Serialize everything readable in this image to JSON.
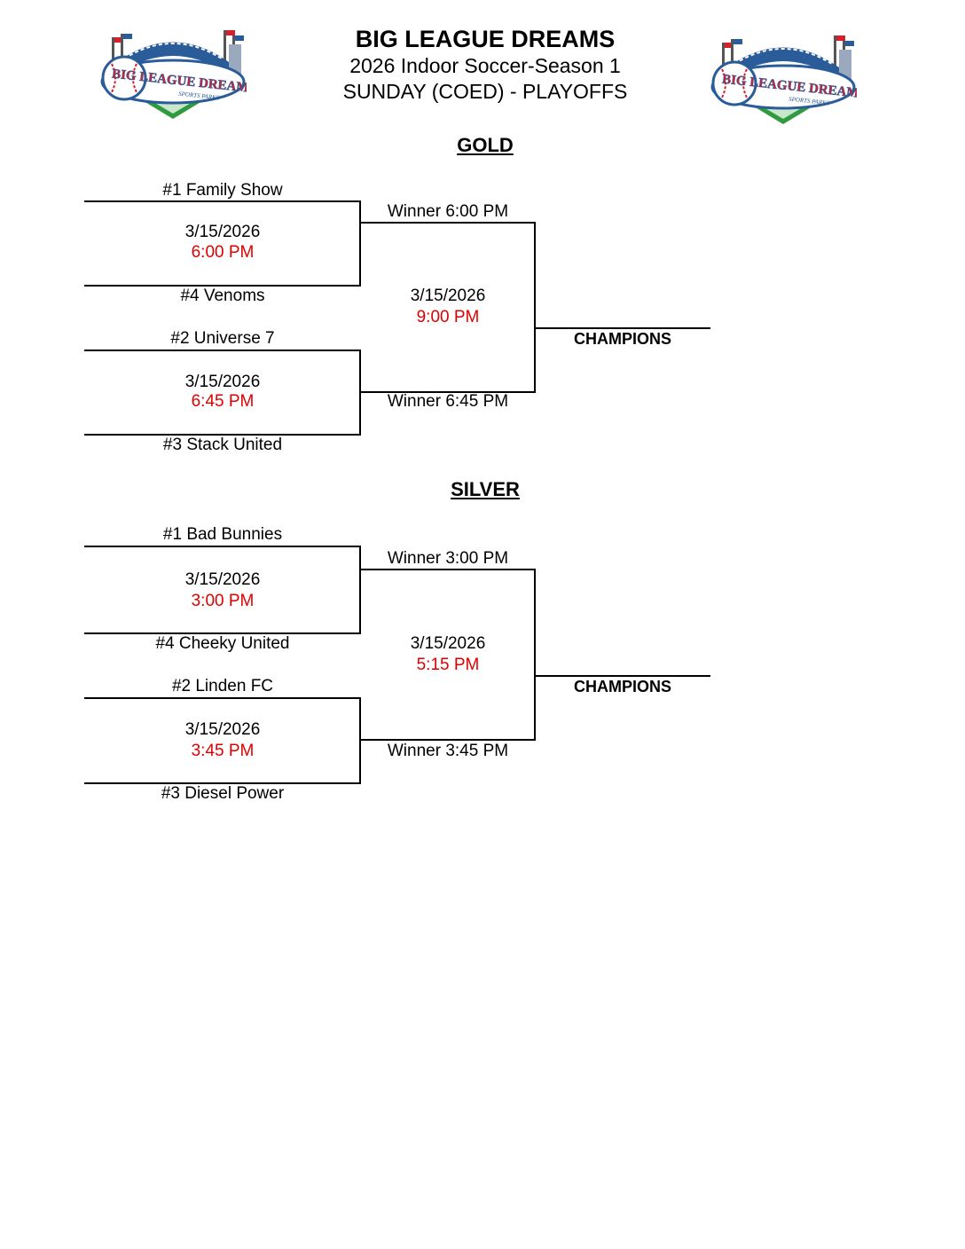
{
  "header": {
    "title": "BIG LEAGUE DREAMS",
    "subtitle": "2026 Indoor Soccer-Season 1",
    "subtitle2": "SUNDAY (COED) - PLAYOFFS",
    "logo_text": "BIG LEAGUE DREAMS",
    "logo_subtext": "SPORTS PARKS"
  },
  "gold": {
    "heading": "GOLD",
    "game1": {
      "top_team": "#1 Family Show",
      "date": "3/15/2026",
      "time": "6:00 PM",
      "bottom_team": "#4 Venoms"
    },
    "game2": {
      "top_team": "#2 Universe 7",
      "date": "3/15/2026",
      "time": "6:45 PM",
      "bottom_team": "#3 Stack United"
    },
    "final": {
      "top_slot": "Winner 6:00 PM",
      "date": "3/15/2026",
      "time": "9:00 PM",
      "bottom_slot": "Winner 6:45 PM"
    },
    "champions": "CHAMPIONS"
  },
  "silver": {
    "heading": "SILVER",
    "game1": {
      "top_team": "#1 Bad Bunnies",
      "date": "3/15/2026",
      "time": "3:00 PM",
      "bottom_team": "#4 Cheeky United"
    },
    "game2": {
      "top_team": "#2 Linden FC",
      "date": "3/15/2026",
      "time": "3:45 PM",
      "bottom_team": "#3 Diesel Power"
    },
    "final": {
      "top_slot": "Winner 3:00 PM",
      "date": "3/15/2026",
      "time": "5:15 PM",
      "bottom_slot": "Winner 3:45 PM"
    },
    "champions": "CHAMPIONS"
  },
  "colors": {
    "time_red": "#e00000",
    "logo_blue": "#2b5c9a",
    "logo_red": "#d4202f",
    "logo_green": "#2f9a3e"
  }
}
